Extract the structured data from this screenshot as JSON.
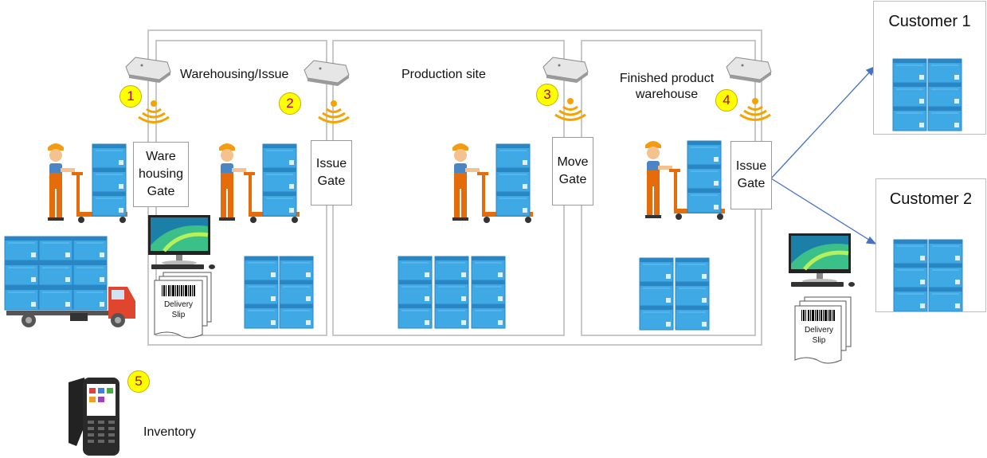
{
  "zones": {
    "warehousing": "Warehousing/Issue",
    "production": "Production site",
    "finished_line1": "Finished product",
    "finished_line2": "warehouse"
  },
  "gates": {
    "warehousing": [
      "Ware",
      "housing",
      "Gate"
    ],
    "issue1": [
      "Issue",
      "Gate"
    ],
    "move": [
      "Move",
      "Gate"
    ],
    "issue2": [
      "Issue",
      "Gate"
    ]
  },
  "markers": [
    "1",
    "2",
    "3",
    "4",
    "5"
  ],
  "customers": [
    "Customer 1",
    "Customer 2"
  ],
  "slip": [
    "Delivery",
    "Slip"
  ],
  "inventory_label": "Inventory",
  "colors": {
    "box": "#3fa9e6",
    "box_dark": "#2a86c2",
    "worker_orange": "#e46c0a",
    "marker": "#ffff00",
    "arrow": "#4472c4",
    "truck_red": "#e0452e"
  },
  "icons": [
    "rfid-reader-icon",
    "signal-waves-icon",
    "worker-icon",
    "monitor-icon",
    "truck-icon",
    "handheld-scanner-icon",
    "barcode-icon"
  ]
}
